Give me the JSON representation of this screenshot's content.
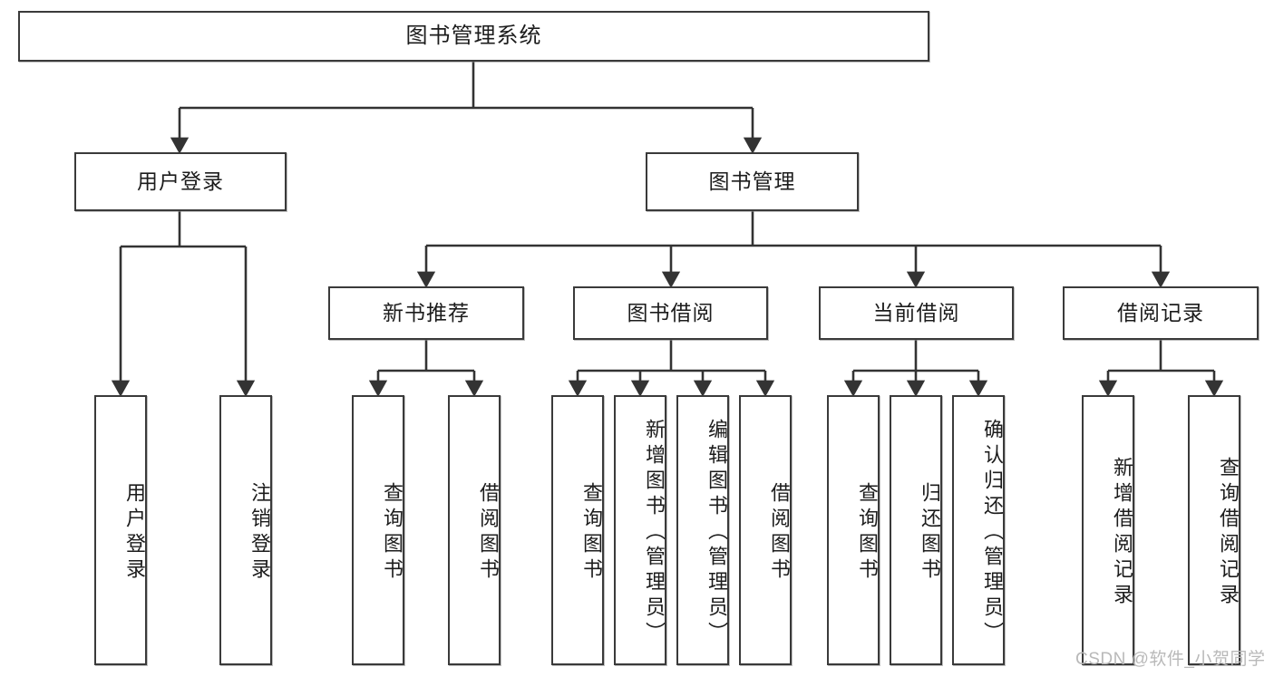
{
  "diagram": {
    "type": "tree-hierarchy-flowchart",
    "orientation": "top-down",
    "style": {
      "box_border_color": "#3a3a3a",
      "box_fill_color": "#ffffff",
      "edge_color": "#333333",
      "text_color": "#1c1c1c",
      "background_color": "#ffffff"
    },
    "root": {
      "label": "图书管理系统"
    },
    "level2": [
      {
        "label": "用户登录"
      },
      {
        "label": "图书管理"
      }
    ],
    "level3": [
      {
        "label": "新书推荐"
      },
      {
        "label": "图书借阅"
      },
      {
        "label": "当前借阅"
      },
      {
        "label": "借阅记录"
      }
    ],
    "leaves": {
      "user_login": [
        {
          "label": "用户登录"
        },
        {
          "label": "注销登录"
        }
      ],
      "new_book_recommend": [
        {
          "label": "查询图书"
        },
        {
          "label": "借阅图书"
        }
      ],
      "book_borrow": [
        {
          "label": "查询图书"
        },
        {
          "label": "新增图书（管理员）"
        },
        {
          "label": "编辑图书（管理员）"
        },
        {
          "label": "借阅图书"
        }
      ],
      "current_borrow": [
        {
          "label": "查询图书"
        },
        {
          "label": "归还图书"
        },
        {
          "label": "确认归还（管理员）"
        }
      ],
      "borrow_record": [
        {
          "label": "新增借阅记录"
        },
        {
          "label": "查询借阅记录"
        }
      ]
    }
  },
  "watermark": {
    "text": "CSDN @软件_小贺同学"
  }
}
